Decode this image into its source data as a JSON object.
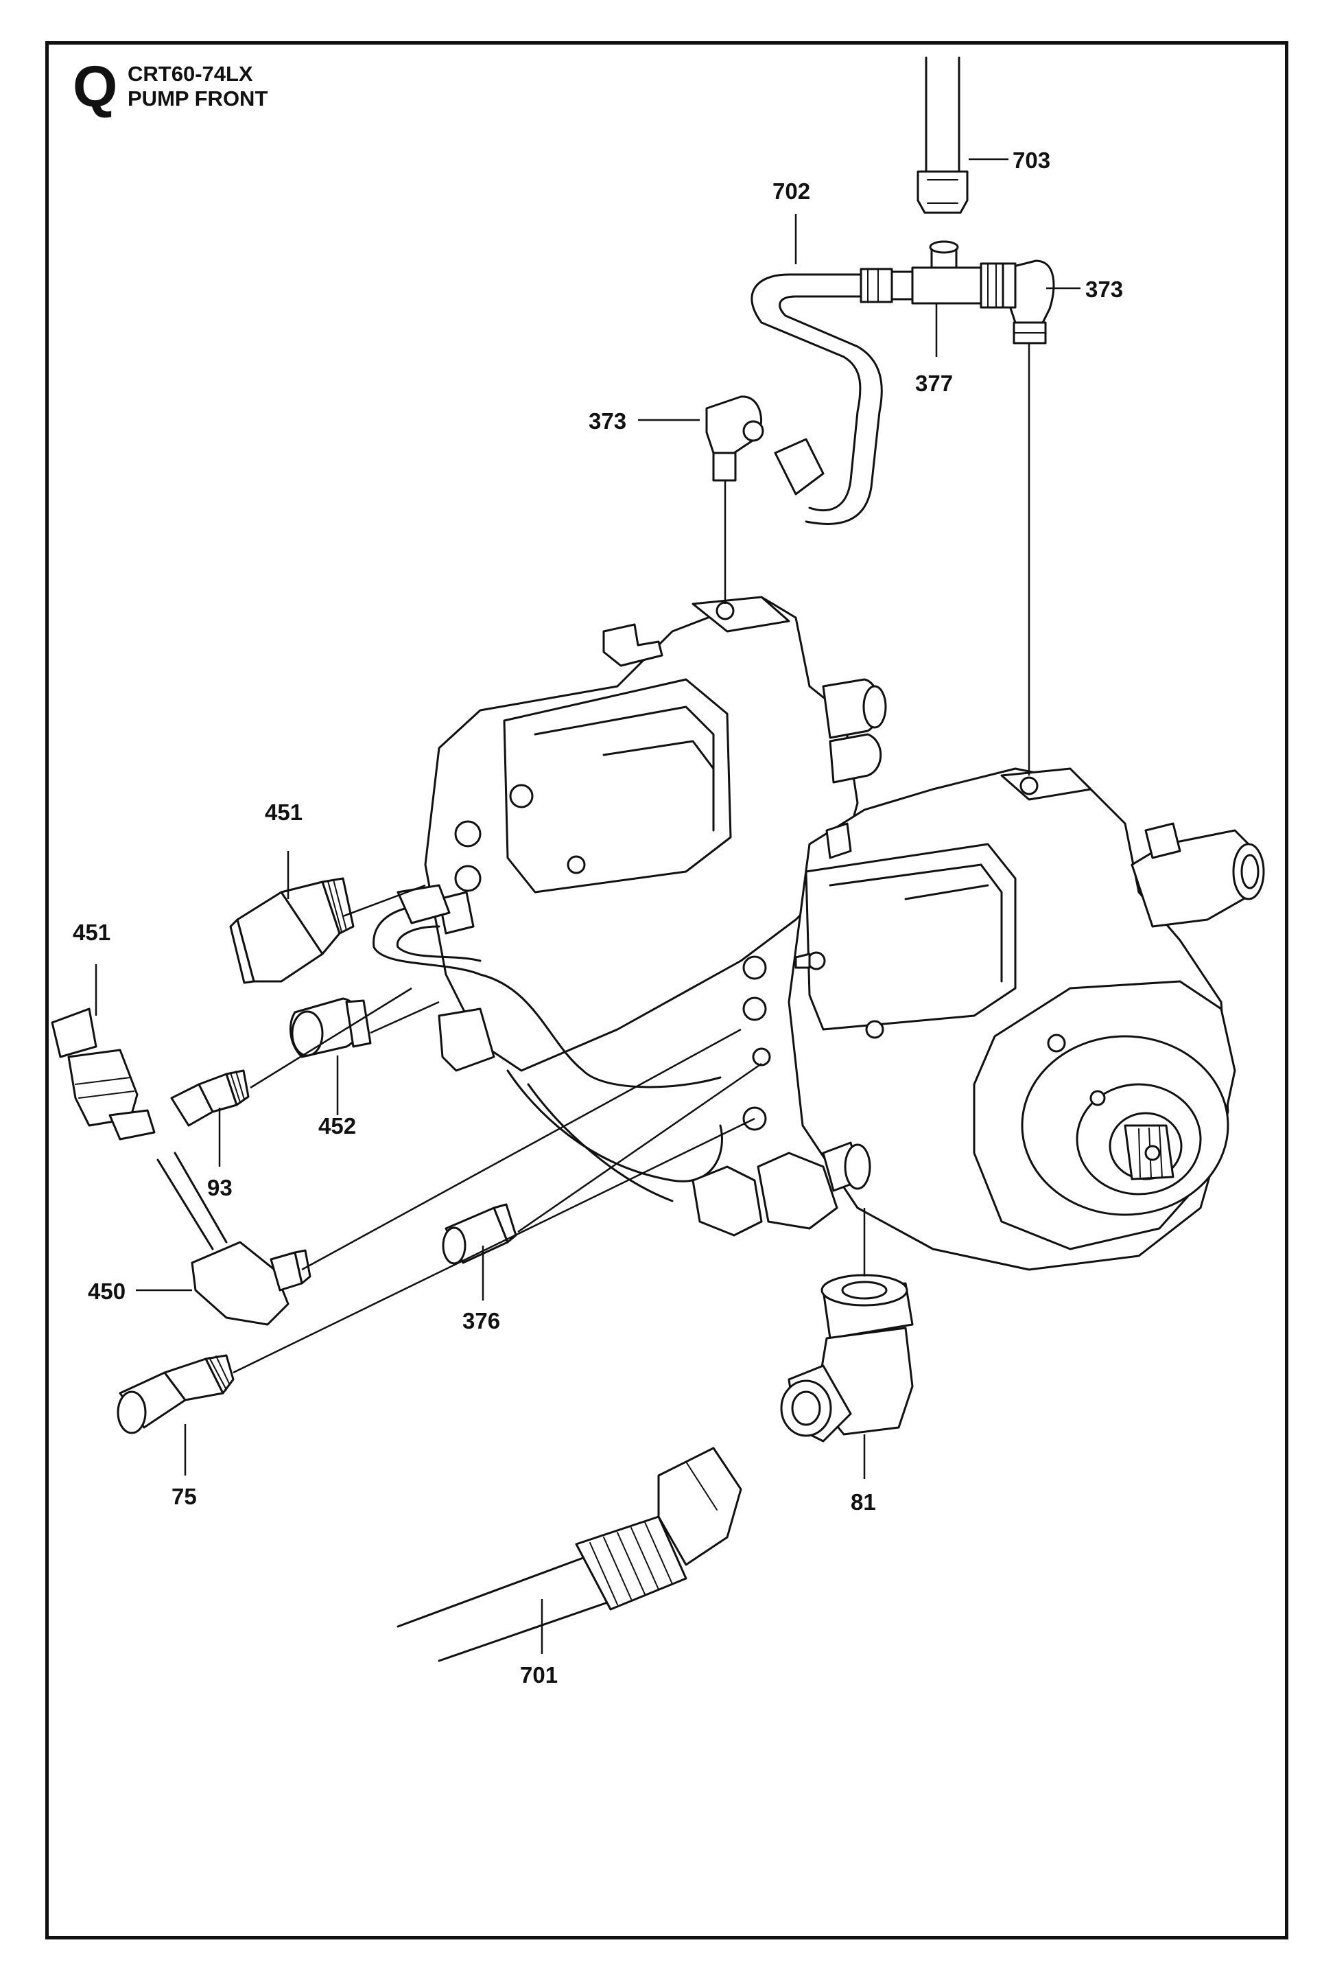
{
  "header": {
    "section_letter": "Q",
    "model": "CRT60-74LX",
    "title": "PUMP FRONT"
  },
  "callouts": {
    "c703": "703",
    "c702": "702",
    "c373_top": "373",
    "c377": "377",
    "c373_left": "373",
    "c451_upper": "451",
    "c451_left": "451",
    "c452": "452",
    "c93": "93",
    "c450": "450",
    "c376": "376",
    "c75": "75",
    "c81": "81",
    "c701": "701"
  }
}
